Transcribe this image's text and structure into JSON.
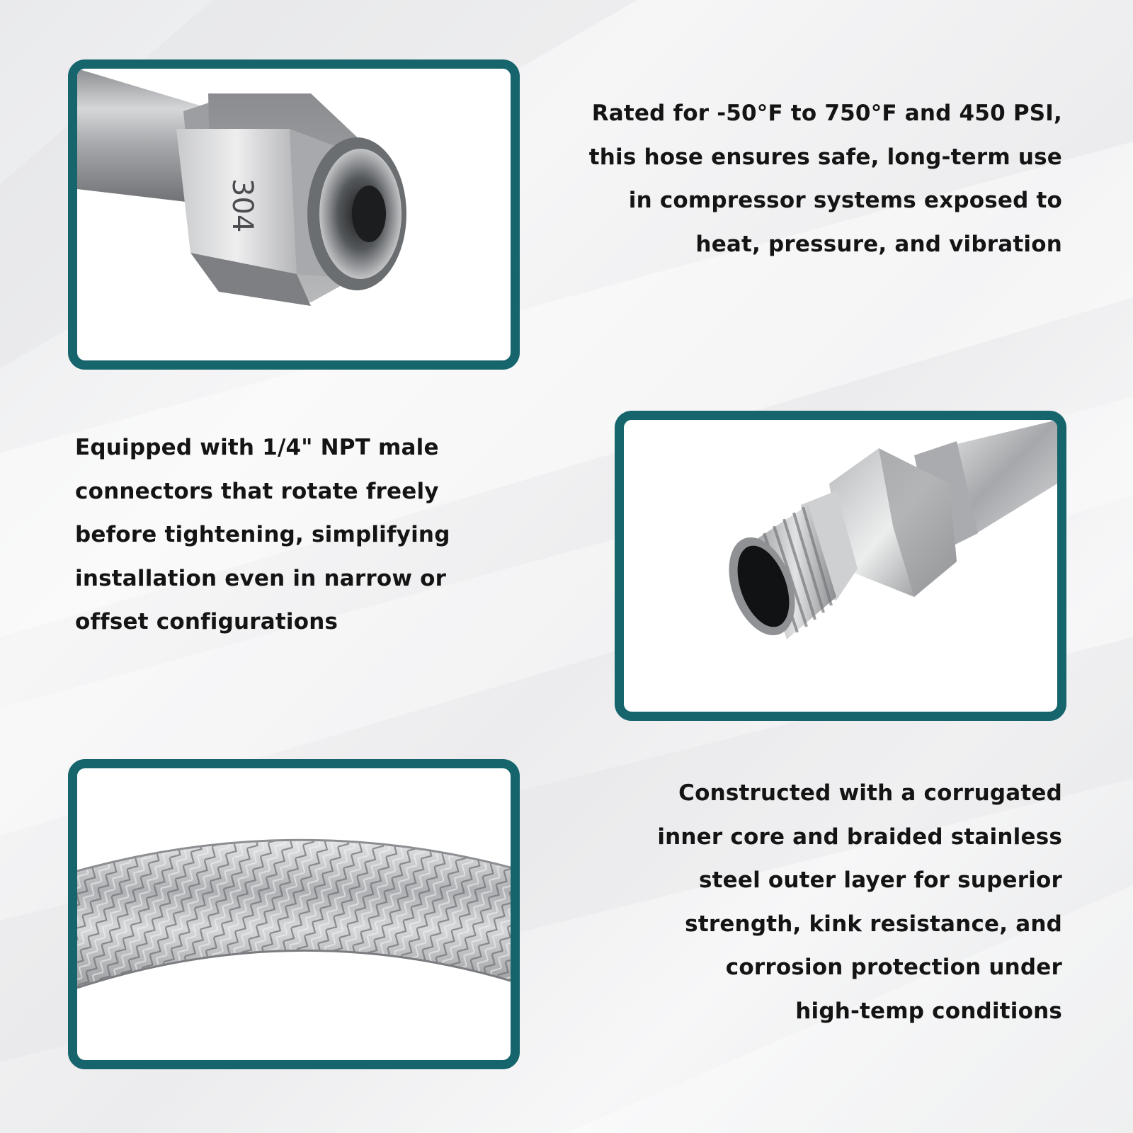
{
  "colors": {
    "frame": "#16646c",
    "text": "#141414",
    "panel_fill": "#ffffff"
  },
  "panels": [
    {
      "name": "hex-fitting-closeup",
      "stamp": "304"
    },
    {
      "name": "npt-male-connector-closeup"
    },
    {
      "name": "braided-hose-closeup"
    }
  ],
  "features": {
    "rated": {
      "lines": [
        "Rated for -50°F to 750°F and 450 PSI,",
        "this hose ensures safe, long-term use",
        "in compressor systems exposed to",
        "heat, pressure, and vibration"
      ]
    },
    "connectors": {
      "lines": [
        "Equipped with 1/4\" NPT male",
        "connectors that rotate freely",
        "before tightening, simplifying",
        "installation even in narrow or",
        "offset configurations"
      ]
    },
    "constructed": {
      "lines": [
        "Constructed with a corrugated",
        "inner core and braided stainless",
        "steel outer layer for superior",
        "strength, kink resistance, and",
        "corrosion protection under",
        "high-temp conditions"
      ]
    }
  }
}
